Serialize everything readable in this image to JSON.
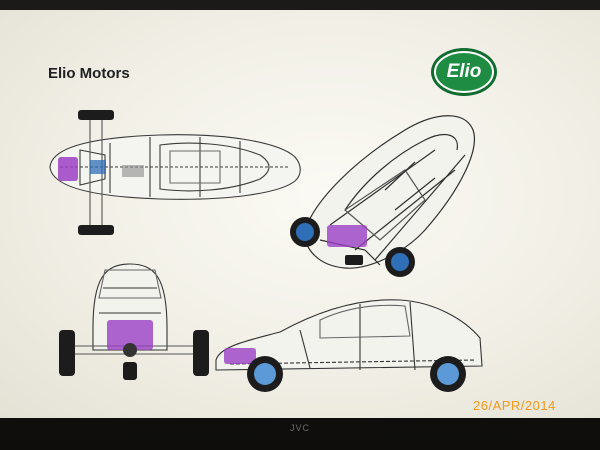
{
  "slide": {
    "title": "Elio Motors",
    "logo_text": "Elio",
    "logo_colors": {
      "ring": "#0f6b2e",
      "outer": "#1f8c43"
    }
  },
  "monitor": {
    "brand": "JVC"
  },
  "photo": {
    "date_stamp": "26/APR/2014"
  },
  "colors": {
    "wire": "#3a3a3a",
    "engine": "#9b3fc4",
    "wheel": "#2f6fb8",
    "tire": "#1c1c1c",
    "screen": "#f6f5ee"
  }
}
